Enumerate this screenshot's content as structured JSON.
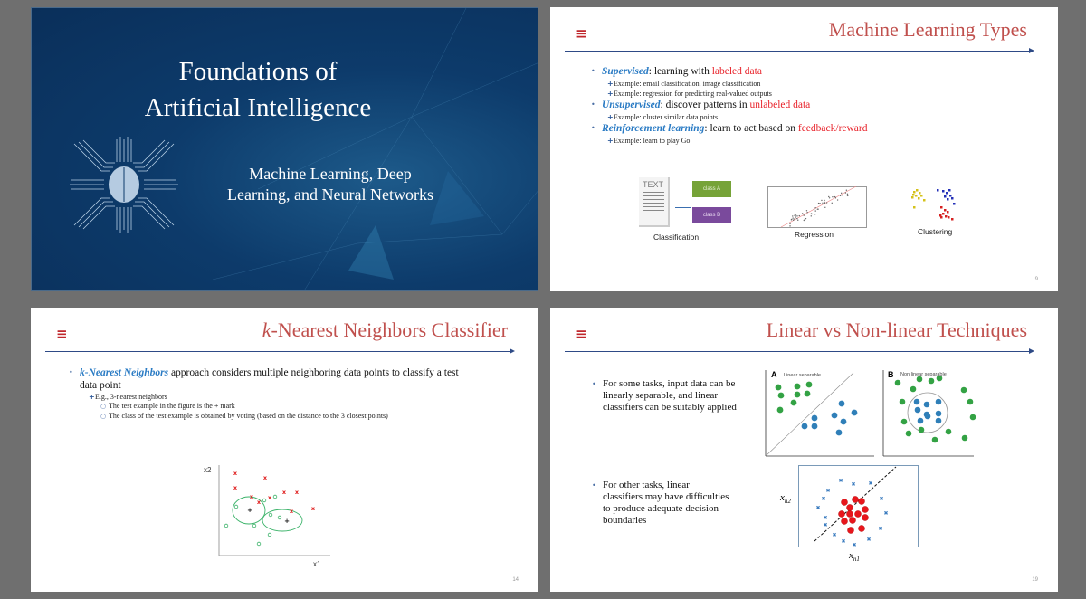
{
  "slides": [
    {
      "title_line1": "Foundations of",
      "title_line2": "Artificial Intelligence",
      "subtitle_line1": "Machine Learning, Deep",
      "subtitle_line2": "Learning, and Neural Networks",
      "icon": "brain-circuit-icon",
      "background_color": "#0d3b6b"
    },
    {
      "title": "Machine Learning Types",
      "bullets": [
        {
          "keyword": "Supervised",
          "text": ": learning with ",
          "highlight": "labeled data",
          "subs": [
            "Example: email classification, image classification",
            "Example: regression for predicting real-valued outputs"
          ]
        },
        {
          "keyword": "Unsupervised",
          "text": ": discover patterns in ",
          "highlight": "unlabeled data",
          "subs": [
            "Example: cluster similar data points"
          ]
        },
        {
          "keyword": "Reinforcement learning",
          "text": ": learn to act based on ",
          "highlight": "feedback/reward",
          "subs": [
            "Example: learn to play Go"
          ]
        }
      ],
      "figure": {
        "doc_label": "TEXT",
        "class_a": "class A",
        "class_b": "class B",
        "captions": [
          "Classification",
          "Regression",
          "Clustering"
        ]
      },
      "number": "9"
    },
    {
      "title_italic": "k",
      "title_rest": "-Nearest Neighbors Classifier",
      "bullet_keyword": "k-Nearest Neighbors",
      "bullet_text": " approach considers multiple neighboring data points to classify a test data point",
      "sub": "E.g., 3-nearest neighbors",
      "subsubs": [
        "The test example in the figure is the + mark",
        "The class of the test example is obtained by voting (based on the distance to the 3 closest points)"
      ],
      "plot": {
        "xlabel": "x1",
        "ylabel": "x2"
      },
      "number": "14"
    },
    {
      "title": "Linear vs Non-linear Techniques",
      "bullets": [
        "For some tasks, input data can be linearly separable, and linear classifiers can be suitably applied",
        "For other tasks, linear classifiers may have difficulties to produce adequate decision boundaries"
      ],
      "panel_a": {
        "letter": "A",
        "label": "Linear separable"
      },
      "panel_b": {
        "letter": "B",
        "label": "Non linear separable"
      },
      "panel_c": {
        "ylabel": "x",
        "ysub": "n2",
        "xlabel": "x",
        "xsub": "n1"
      },
      "number": "19"
    }
  ],
  "colors": {
    "title_red": "#c0504d",
    "keyword_blue": "#2a7bc4",
    "highlight_red": "#e8222a",
    "rule_blue": "#2e4a86",
    "green": "#2e9e3e",
    "blue": "#2e7ab5"
  }
}
